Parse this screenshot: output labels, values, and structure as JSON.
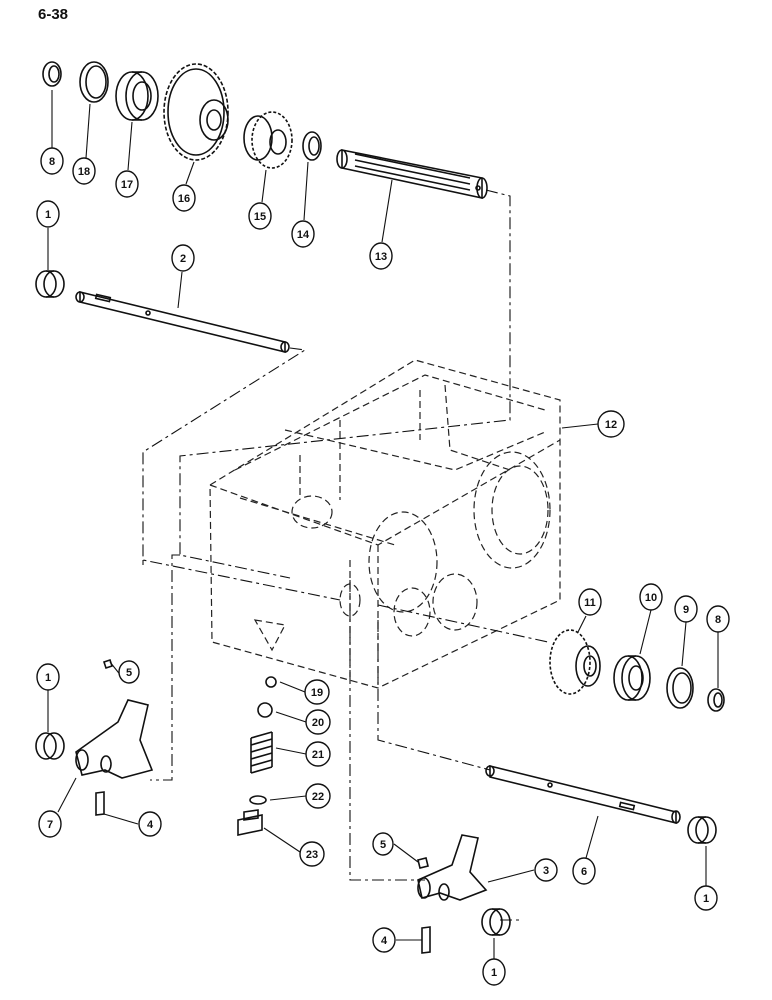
{
  "page_number": "6-38",
  "callouts": [
    {
      "id": "c8a",
      "label": "8"
    },
    {
      "id": "c18",
      "label": "18"
    },
    {
      "id": "c17",
      "label": "17"
    },
    {
      "id": "c16",
      "label": "16"
    },
    {
      "id": "c15",
      "label": "15"
    },
    {
      "id": "c14",
      "label": "14"
    },
    {
      "id": "c13",
      "label": "13"
    },
    {
      "id": "c1a",
      "label": "1"
    },
    {
      "id": "c2",
      "label": "2"
    },
    {
      "id": "c12",
      "label": "12"
    },
    {
      "id": "c11",
      "label": "11"
    },
    {
      "id": "c10",
      "label": "10"
    },
    {
      "id": "c9",
      "label": "9"
    },
    {
      "id": "c8b",
      "label": "8"
    },
    {
      "id": "c1b",
      "label": "1"
    },
    {
      "id": "c5a",
      "label": "5"
    },
    {
      "id": "c19",
      "label": "19"
    },
    {
      "id": "c20",
      "label": "20"
    },
    {
      "id": "c21",
      "label": "21"
    },
    {
      "id": "c22",
      "label": "22"
    },
    {
      "id": "c23",
      "label": "23"
    },
    {
      "id": "c7",
      "label": "7"
    },
    {
      "id": "c4a",
      "label": "4"
    },
    {
      "id": "c5b",
      "label": "5"
    },
    {
      "id": "c3",
      "label": "3"
    },
    {
      "id": "c6",
      "label": "6"
    },
    {
      "id": "c1c",
      "label": "1"
    },
    {
      "id": "c4b",
      "label": "4"
    },
    {
      "id": "c1d",
      "label": "1"
    }
  ]
}
